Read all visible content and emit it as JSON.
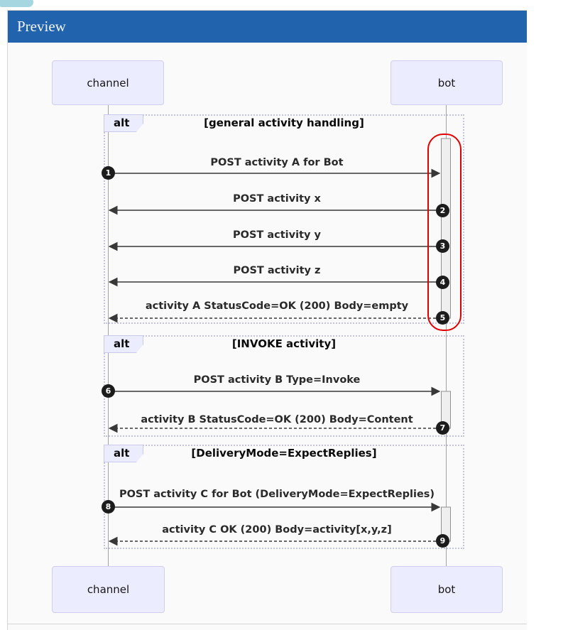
{
  "window": {
    "title": "Preview"
  },
  "diagram": {
    "actors": [
      {
        "id": "channel",
        "label": "channel"
      },
      {
        "id": "bot",
        "label": "bot"
      }
    ],
    "frames": [
      {
        "label": "alt",
        "condition": "[general activity handling]"
      },
      {
        "label": "alt",
        "condition": "[INVOKE activity]"
      },
      {
        "label": "alt",
        "condition": "[DeliveryMode=ExpectReplies]"
      }
    ],
    "messages": [
      {
        "seq": "1",
        "text": "POST activity A for Bot",
        "from": "channel",
        "to": "bot",
        "line": "solid"
      },
      {
        "seq": "2",
        "text": "POST activity x",
        "from": "bot",
        "to": "channel",
        "line": "solid"
      },
      {
        "seq": "3",
        "text": "POST activity y",
        "from": "bot",
        "to": "channel",
        "line": "solid"
      },
      {
        "seq": "4",
        "text": "POST activity z",
        "from": "bot",
        "to": "channel",
        "line": "solid"
      },
      {
        "seq": "5",
        "text": "activity A StatusCode=OK (200) Body=empty",
        "from": "bot",
        "to": "channel",
        "line": "dashed"
      },
      {
        "seq": "6",
        "text": "POST activity B Type=Invoke",
        "from": "channel",
        "to": "bot",
        "line": "solid"
      },
      {
        "seq": "7",
        "text": "activity B StatusCode=OK (200) Body=Content",
        "from": "bot",
        "to": "channel",
        "line": "dashed"
      },
      {
        "seq": "8",
        "text": "POST activity C for Bot (DeliveryMode=ExpectReplies)",
        "from": "channel",
        "to": "bot",
        "line": "solid"
      },
      {
        "seq": "9",
        "text": "activity C OK (200) Body=activity[x,y,z]",
        "from": "bot",
        "to": "channel",
        "line": "dashed"
      }
    ],
    "annotations": [
      {
        "type": "highlight-oval",
        "color": "#e10000",
        "around": "bot activation bar in first alt block"
      }
    ],
    "colors": {
      "header_bg": "#2163ac",
      "header_text": "#f4f6fa",
      "panel_bg": "#fafafa",
      "corner_tab": "#a6d7e0",
      "actor_fill": "#ececff",
      "actor_border": "#d2cdf0",
      "frame_border": "#c3c3e6",
      "arrow": "#383838",
      "activation_fill": "#efefef",
      "activation_border": "#909090",
      "seq_badge_bg": "#1c1c1c",
      "highlight": "#e10000"
    }
  }
}
